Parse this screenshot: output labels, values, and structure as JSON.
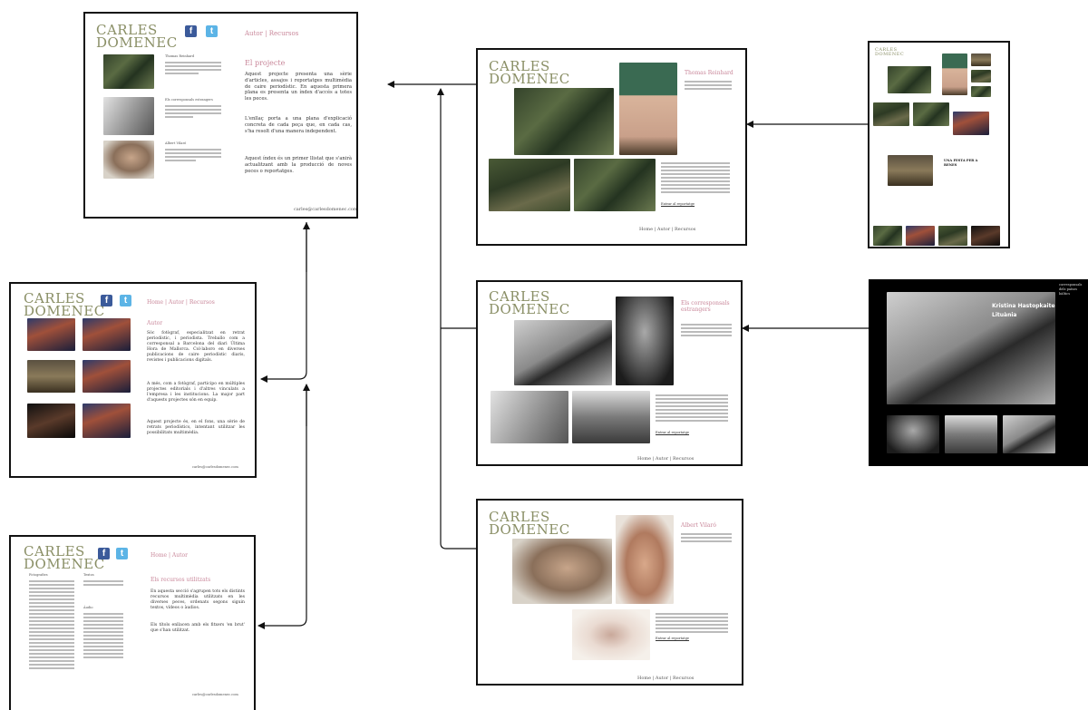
{
  "logo": {
    "line1": "CARLES",
    "line2": "DOMENEC"
  },
  "social": {
    "facebook": "f",
    "twitter": "t"
  },
  "panel_main": {
    "nav": "Autor | Recursos",
    "section_title": "El projecte",
    "para1": "Aquest projecte presenta una sèrie d'articles, assajos i reportatges multimèdia de caire periodístic. En aquesta primera plana es presenta un índex d'accés a totes les peces.",
    "para2": "L'enllaç porta a una plana d'explicació concreta de cada peça que, en cada cas, s'ha resolt d'una manera independent.",
    "para3": "Aquest índex és un primer llistat que s'anirà actualitzant amb la producció de noves peces o reportatges.",
    "email": "carles@carlesdomenec.com",
    "items": [
      {
        "title": "Thomas Reinhard"
      },
      {
        "title": "Els corresponsals estrangers"
      },
      {
        "title": "Albert Vilaró"
      }
    ]
  },
  "panel_autor": {
    "nav": "Home | Autor | Recursos",
    "section_title": "Autor",
    "para1": "Sóc fotògraf, especialitzat en retrat periodístic, i periodista. Treballo com a corresponsal a Barcelona del diari Última Hora de Mallorca. Col·laboro en diverses publicacions de caire periodístic diaris, revistes i publicacions digitals.",
    "para2": "A més, com a fotògraf, participo en múltiples projectes editorials i d'altres vinculats a l'empresa i les institucions. La major part d'aquests projectes són en equip.",
    "para3": "Aquest projecte és, en el fons, una sèrie de retrats periodístics, intentant utilitzar les possibilitats multimèdia.",
    "email": "carles@carlesdomenec.com"
  },
  "panel_recursos": {
    "nav": "Home | Autor",
    "section_title": "Els recursos utilitzats",
    "para1": "En aquesta secció s'agrupen tots els distints recursos multimèdia utilitzats en les diverses peces, ordenats segons siguin textos, vídeos o àudios.",
    "para2": "Els títols enllacen amb els fitxers 'en brut' que s'han utilitzat.",
    "col1_title": "Fotografies",
    "col2_title": "Textos",
    "col3_title": "Àudio",
    "email": "carles@carlesdomenec.com"
  },
  "panel_thomas": {
    "title": "Thomas Reinhard",
    "footer_nav": "Home | Autor | Recursos",
    "link": "Entrar al reportatge"
  },
  "panel_corresponsals": {
    "title": "Els corresponsals estrangers",
    "footer_nav": "Home | Autor | Recursos",
    "link": "Entrar al reportatge"
  },
  "panel_albert": {
    "title": "Albert Vilaró",
    "footer_nav": "Home | Autor | Recursos",
    "link": "Entrar al reportatge"
  },
  "preview_thomas": {
    "headline": "UNA FESTA PER A RENES"
  },
  "preview_kristina": {
    "name": "Kristina Hastopkaite",
    "country": "Lituània",
    "side": "corresponsals dels països bàltics"
  }
}
